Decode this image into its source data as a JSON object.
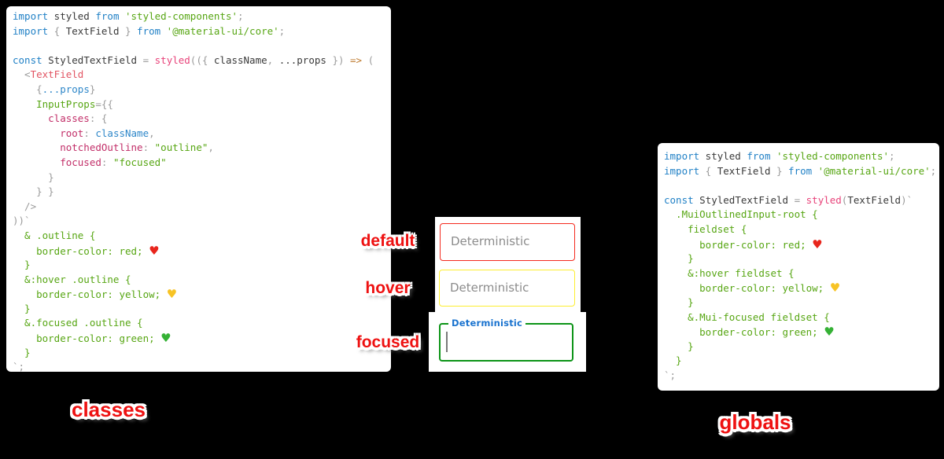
{
  "page": {
    "background": "#000000"
  },
  "colors": {
    "keyword_blue": "#2181c6",
    "string_green": "#57a613",
    "styled_pink": "#e8437a",
    "jsx_tag_rose": "#e25563",
    "object_key_magenta": "#c22e68",
    "arrow_orange": "#bf7b30",
    "punctuation_gray": "#9b9b9b",
    "field_border_default": "#f42a1e",
    "field_border_hover": "#fdee30",
    "field_border_focused": "#0c9417",
    "focused_notch_label_blue": "#1a73cf",
    "field_placeholder_gray": "#8c8c8c",
    "annotation_red": "#ee1111",
    "heart_red": "#e8251c",
    "heart_yellow": "#f7c325",
    "heart_green": "#35b135"
  },
  "code_left": {
    "lines": [
      [
        {
          "c": "kw",
          "t": "import"
        },
        {
          "c": "pl",
          "t": " styled "
        },
        {
          "c": "kw",
          "t": "from"
        },
        {
          "c": "st",
          "t": " 'styled-components'"
        },
        {
          "c": "pu",
          "t": ";"
        }
      ],
      [
        {
          "c": "kw",
          "t": "import"
        },
        {
          "c": "pu",
          "t": " { "
        },
        {
          "c": "pl",
          "t": "TextField"
        },
        {
          "c": "pu",
          "t": " } "
        },
        {
          "c": "kw",
          "t": "from"
        },
        {
          "c": "st",
          "t": " '@material-ui/core'"
        },
        {
          "c": "pu",
          "t": ";"
        }
      ],
      [],
      [
        {
          "c": "kw",
          "t": "const"
        },
        {
          "c": "pl",
          "t": " StyledTextField "
        },
        {
          "c": "pu",
          "t": "= "
        },
        {
          "c": "fn",
          "t": "styled"
        },
        {
          "c": "pu",
          "t": "(({ "
        },
        {
          "c": "pl",
          "t": "className"
        },
        {
          "c": "pu",
          "t": ", "
        },
        {
          "c": "pl",
          "t": "...props"
        },
        {
          "c": "pu",
          "t": " }) "
        },
        {
          "c": "ar",
          "t": "=>"
        },
        {
          "c": "pu",
          "t": " ("
        }
      ],
      [
        {
          "c": "pu",
          "t": "  <"
        },
        {
          "c": "tag",
          "t": "TextField"
        }
      ],
      [
        {
          "c": "pu",
          "t": "    {"
        },
        {
          "c": "val",
          "t": "...props"
        },
        {
          "c": "pu",
          "t": "}"
        }
      ],
      [
        {
          "c": "attr",
          "t": "    InputProps"
        },
        {
          "c": "pu",
          "t": "={{"
        }
      ],
      [
        {
          "c": "key",
          "t": "      classes"
        },
        {
          "c": "pu",
          "t": ": {"
        }
      ],
      [
        {
          "c": "key",
          "t": "        root"
        },
        {
          "c": "pu",
          "t": ": "
        },
        {
          "c": "val",
          "t": "className"
        },
        {
          "c": "pu",
          "t": ","
        }
      ],
      [
        {
          "c": "key",
          "t": "        notchedOutline"
        },
        {
          "c": "pu",
          "t": ": "
        },
        {
          "c": "st",
          "t": "\"outline\""
        },
        {
          "c": "pu",
          "t": ","
        }
      ],
      [
        {
          "c": "key",
          "t": "        focused"
        },
        {
          "c": "pu",
          "t": ": "
        },
        {
          "c": "st",
          "t": "\"focused\""
        }
      ],
      [
        {
          "c": "pu",
          "t": "      }"
        }
      ],
      [
        {
          "c": "pu",
          "t": "    } }"
        }
      ],
      [
        {
          "c": "pu",
          "t": "  />"
        }
      ],
      [
        {
          "c": "pu",
          "t": "))`"
        }
      ],
      [
        {
          "c": "css",
          "t": "  & .outline {"
        }
      ],
      [
        {
          "c": "css",
          "t": "    border-color: red; "
        },
        {
          "c": "hr",
          "t": "♥"
        }
      ],
      [
        {
          "c": "css",
          "t": "  }"
        }
      ],
      [
        {
          "c": "css",
          "t": "  &:hover .outline {"
        }
      ],
      [
        {
          "c": "css",
          "t": "    border-color: yellow; "
        },
        {
          "c": "hy",
          "t": "♥"
        }
      ],
      [
        {
          "c": "css",
          "t": "  }"
        }
      ],
      [
        {
          "c": "css",
          "t": "  &.focused .outline {"
        }
      ],
      [
        {
          "c": "css",
          "t": "    border-color: green; "
        },
        {
          "c": "hg",
          "t": "♥"
        }
      ],
      [
        {
          "c": "css",
          "t": "  }"
        }
      ],
      [
        {
          "c": "pu",
          "t": "`;"
        }
      ]
    ]
  },
  "code_right": {
    "lines": [
      [
        {
          "c": "kw",
          "t": "import"
        },
        {
          "c": "pl",
          "t": " styled "
        },
        {
          "c": "kw",
          "t": "from"
        },
        {
          "c": "st",
          "t": " 'styled-components'"
        },
        {
          "c": "pu",
          "t": ";"
        }
      ],
      [
        {
          "c": "kw",
          "t": "import"
        },
        {
          "c": "pu",
          "t": " { "
        },
        {
          "c": "pl",
          "t": "TextField"
        },
        {
          "c": "pu",
          "t": " } "
        },
        {
          "c": "kw",
          "t": "from"
        },
        {
          "c": "st",
          "t": " '@material-ui/core'"
        },
        {
          "c": "pu",
          "t": ";"
        }
      ],
      [],
      [
        {
          "c": "kw",
          "t": "const"
        },
        {
          "c": "pl",
          "t": " StyledTextField "
        },
        {
          "c": "pu",
          "t": "= "
        },
        {
          "c": "fn",
          "t": "styled"
        },
        {
          "c": "pu",
          "t": "("
        },
        {
          "c": "pl",
          "t": "TextField"
        },
        {
          "c": "pu",
          "t": ")`"
        }
      ],
      [
        {
          "c": "css",
          "t": "  .MuiOutlinedInput-root {"
        }
      ],
      [
        {
          "c": "css",
          "t": "    fieldset {"
        }
      ],
      [
        {
          "c": "css",
          "t": "      border-color: red; "
        },
        {
          "c": "hr",
          "t": "♥"
        }
      ],
      [
        {
          "c": "css",
          "t": "    }"
        }
      ],
      [
        {
          "c": "css",
          "t": "    &:hover fieldset {"
        }
      ],
      [
        {
          "c": "css",
          "t": "      border-color: yellow; "
        },
        {
          "c": "hy",
          "t": "♥"
        }
      ],
      [
        {
          "c": "css",
          "t": "    }"
        }
      ],
      [
        {
          "c": "css",
          "t": "    &.Mui-focused fieldset {"
        }
      ],
      [
        {
          "c": "css",
          "t": "      border-color: green; "
        },
        {
          "c": "hg",
          "t": "♥"
        }
      ],
      [
        {
          "c": "css",
          "t": "    }"
        }
      ],
      [
        {
          "c": "css",
          "t": "  }"
        }
      ],
      [
        {
          "c": "pu",
          "t": "`;"
        }
      ]
    ]
  },
  "preview": {
    "fields": [
      {
        "state": "default",
        "label": "Deterministic"
      },
      {
        "state": "hover",
        "label": "Deterministic"
      },
      {
        "state": "focused",
        "label": "Deterministic"
      }
    ],
    "annotations": [
      {
        "text": "default"
      },
      {
        "text": "hover"
      },
      {
        "text": "focused"
      }
    ]
  },
  "captions": {
    "left": "classes",
    "right": "globals"
  }
}
